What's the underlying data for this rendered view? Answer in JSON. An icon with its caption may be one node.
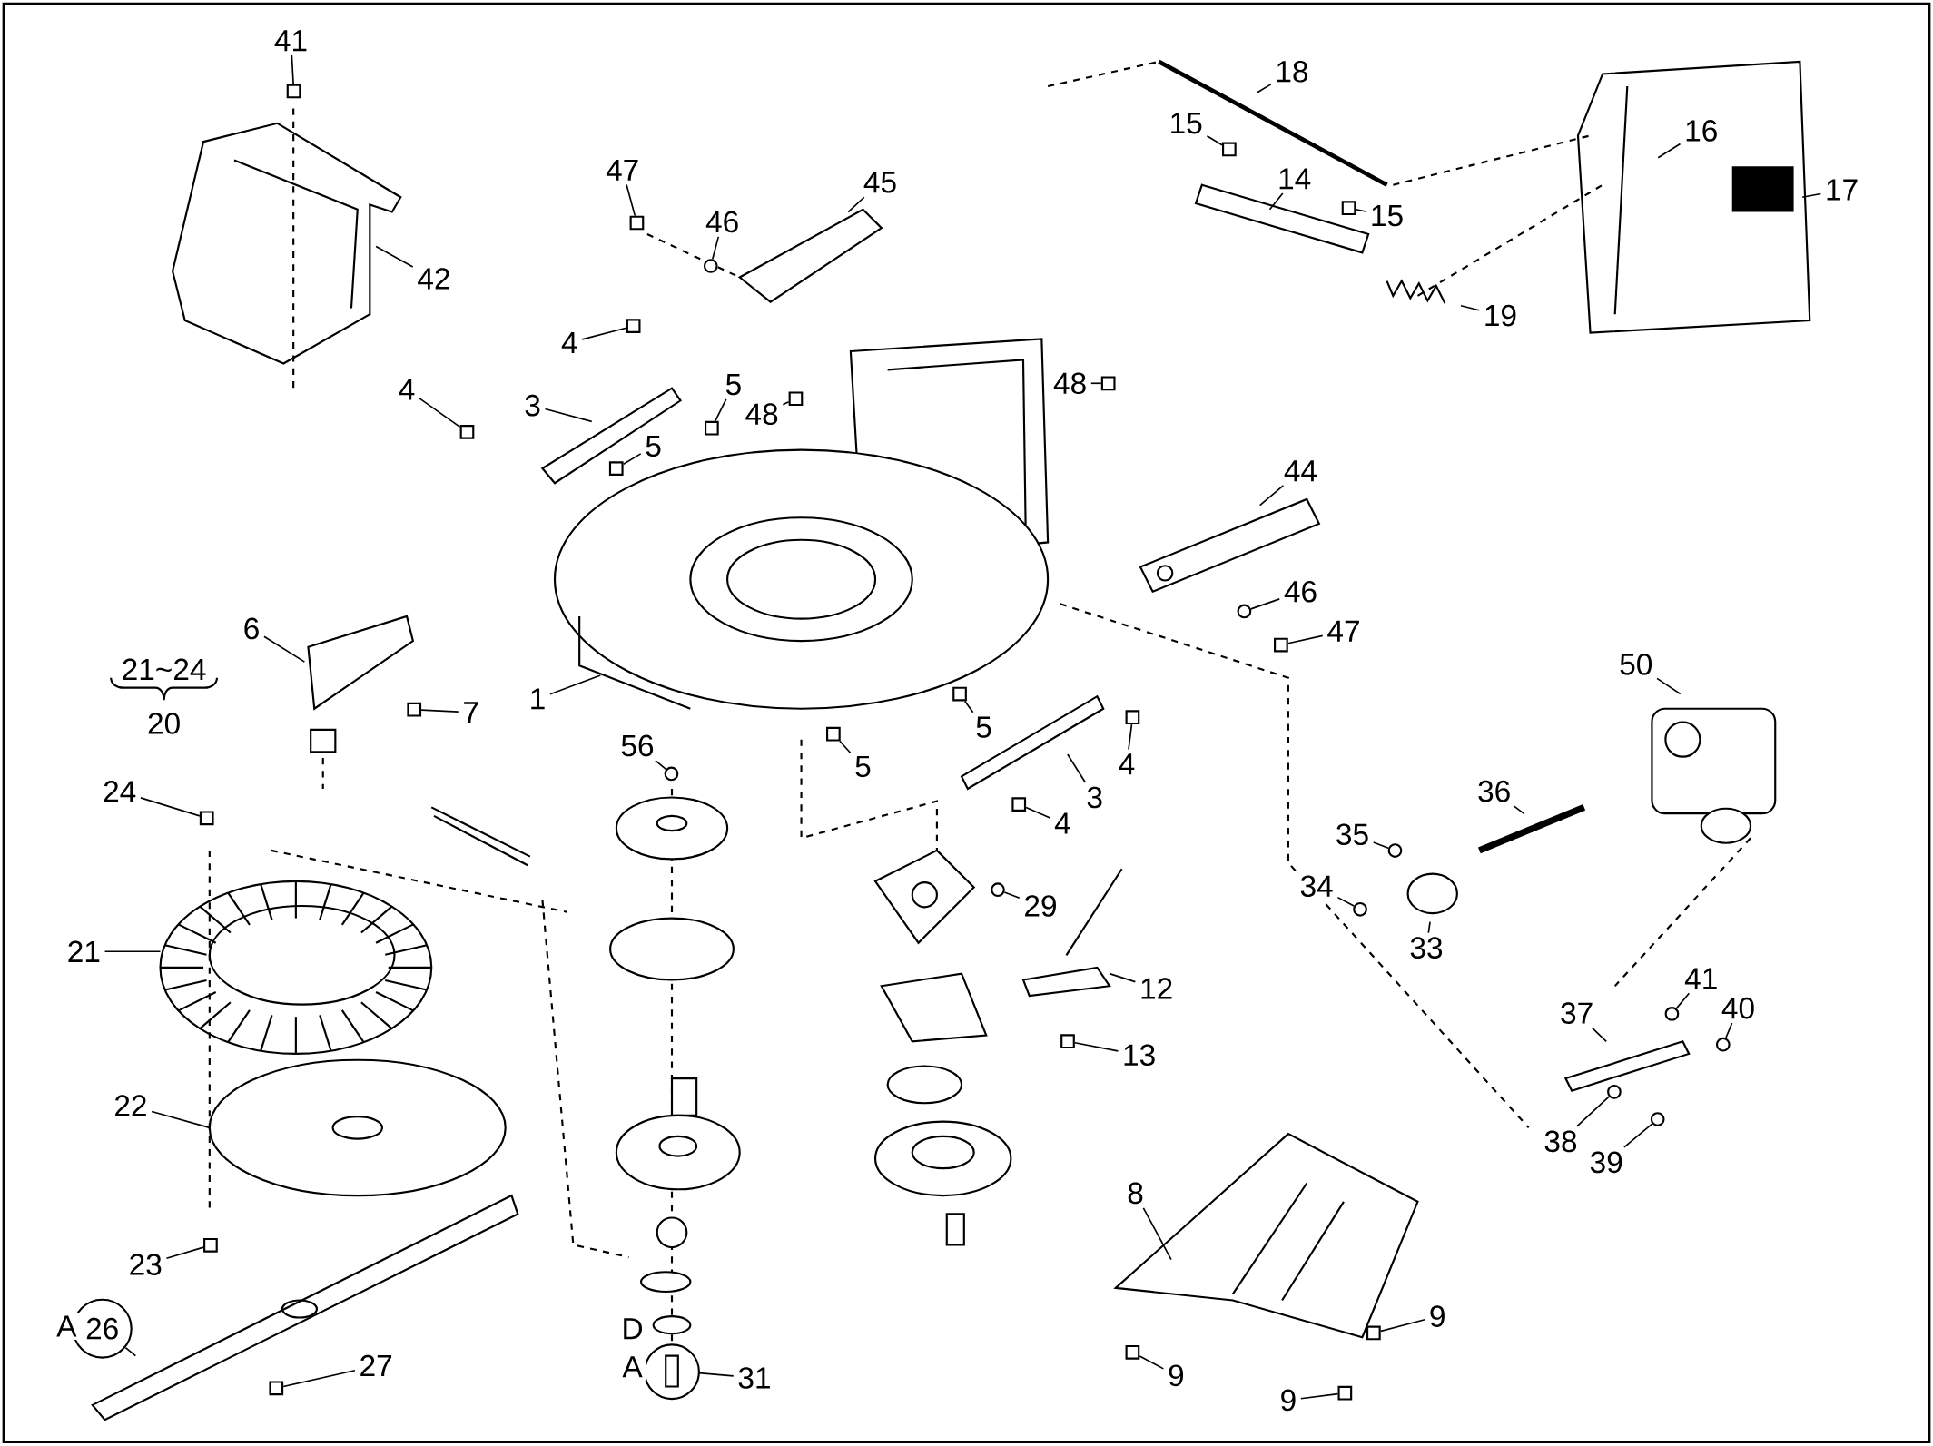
{
  "diagram": {
    "nodes": [
      {
        "text": [
          "41"
        ]
      },
      {
        "text": [
          "42"
        ]
      },
      {
        "text": [
          "47"
        ]
      },
      {
        "text": [
          "46"
        ]
      },
      {
        "text": [
          "45"
        ]
      },
      {
        "text": [
          "18"
        ]
      },
      {
        "text": [
          "15"
        ]
      },
      {
        "text": [
          "14"
        ]
      },
      {
        "text": [
          "15"
        ]
      },
      {
        "text": [
          "16"
        ]
      },
      {
        "text": [
          "17"
        ]
      },
      {
        "text": [
          "19"
        ]
      },
      {
        "text": [
          "4"
        ]
      },
      {
        "text": [
          "4"
        ]
      },
      {
        "text": [
          "3"
        ]
      },
      {
        "text": [
          "5"
        ]
      },
      {
        "text": [
          "48"
        ]
      },
      {
        "text": [
          "48"
        ]
      },
      {
        "text": [
          "5"
        ]
      },
      {
        "text": [
          "44"
        ]
      },
      {
        "text": [
          "46"
        ]
      },
      {
        "text": [
          "47"
        ]
      },
      {
        "text": [
          "6"
        ]
      },
      {
        "text": [
          "50"
        ]
      },
      {
        "text": [
          "1"
        ]
      },
      {
        "text": [
          "7"
        ]
      },
      {
        "text": [
          "5"
        ]
      },
      {
        "text": [
          "56"
        ]
      },
      {
        "text": [
          "4"
        ]
      },
      {
        "text": [
          "5"
        ]
      },
      {
        "text": [
          "36"
        ]
      },
      {
        "text": [
          "24"
        ]
      },
      {
        "text": [
          "3"
        ]
      },
      {
        "text": [
          "4"
        ]
      },
      {
        "text": [
          "35"
        ]
      },
      {
        "text": [
          "34"
        ]
      },
      {
        "text": [
          "29"
        ]
      },
      {
        "text": [
          "33"
        ]
      },
      {
        "text": [
          "21"
        ]
      },
      {
        "text": [
          "41"
        ]
      },
      {
        "text": [
          "12"
        ]
      },
      {
        "text": [
          "40"
        ]
      },
      {
        "text": [
          "37"
        ]
      },
      {
        "text": [
          "13"
        ]
      },
      {
        "text": [
          "22"
        ]
      },
      {
        "text": [
          "38"
        ]
      },
      {
        "text": [
          "39"
        ]
      },
      {
        "text": [
          "8"
        ]
      },
      {
        "text": [
          "23"
        ]
      },
      {
        "text": [
          "9"
        ]
      },
      {
        "text": [
          "26"
        ]
      },
      {
        "text": [
          "27"
        ]
      },
      {
        "text": [
          "31"
        ]
      },
      {
        "text": [
          "9"
        ]
      },
      {
        "text": [
          "9"
        ]
      },
      {
        "text": [],
        "shape": "box"
      },
      {
        "text": [],
        "shape": "box"
      },
      {
        "text": [],
        "shape": "circle"
      },
      {
        "text": [],
        "shape": "box"
      },
      {
        "text": [],
        "shape": "box"
      },
      {
        "text": [],
        "shape": "box"
      },
      {
        "text": [],
        "shape": "box"
      },
      {
        "text": [],
        "shape": "box"
      },
      {
        "text": [],
        "shape": "box"
      },
      {
        "text": [],
        "shape": "box"
      },
      {
        "text": [],
        "shape": "box"
      },
      {
        "text": [],
        "shape": "circle"
      },
      {
        "text": [],
        "shape": "box"
      },
      {
        "text": [],
        "shape": "box"
      },
      {
        "text": [],
        "shape": "box"
      },
      {
        "text": [],
        "shape": "circle"
      },
      {
        "text": [],
        "shape": "box"
      },
      {
        "text": [],
        "shape": "box"
      },
      {
        "text": [],
        "shape": "box"
      },
      {
        "text": [],
        "shape": "box"
      },
      {
        "text": [],
        "shape": "circle"
      },
      {
        "text": [],
        "shape": "circle"
      },
      {
        "text": [],
        "shape": "circle"
      },
      {
        "text": [],
        "shape": "circle"
      },
      {
        "text": [],
        "shape": "circle"
      },
      {
        "text": [],
        "shape": "box"
      },
      {
        "text": [],
        "shape": "circle"
      },
      {
        "text": [],
        "shape": "circle"
      },
      {
        "text": [],
        "shape": "box"
      },
      {
        "text": [],
        "shape": "box"
      },
      {
        "text": [],
        "shape": "box"
      },
      {
        "text": [],
        "shape": "box"
      },
      {
        "text": [],
        "shape": "box"
      }
    ],
    "edges": [
      {
        "from": 0,
        "to": 55,
        "arrow": "none"
      },
      {
        "from": 1,
        "to": null,
        "arrow": "none"
      },
      {
        "from": 2,
        "to": 56,
        "arrow": "none"
      },
      {
        "from": 3,
        "to": 57,
        "arrow": "none"
      },
      {
        "from": 4,
        "to": null,
        "arrow": "none"
      },
      {
        "from": 5,
        "to": null,
        "arrow": "none"
      },
      {
        "from": 6,
        "to": 58,
        "arrow": "none"
      },
      {
        "from": 7,
        "to": null,
        "arrow": "none"
      },
      {
        "from": 8,
        "to": 59,
        "arrow": "none"
      },
      {
        "from": 9,
        "to": null,
        "arrow": "none"
      },
      {
        "from": 10,
        "to": null,
        "arrow": "none"
      },
      {
        "from": 11,
        "to": null,
        "arrow": "none"
      },
      {
        "from": 12,
        "to": 60,
        "arrow": "none"
      },
      {
        "from": 13,
        "to": 61,
        "arrow": "none"
      },
      {
        "from": 14,
        "to": null,
        "arrow": "none"
      },
      {
        "from": 15,
        "to": 62,
        "arrow": "none"
      },
      {
        "from": 16,
        "to": 63,
        "arrow": "none"
      },
      {
        "from": 17,
        "to": 64,
        "arrow": "none"
      },
      {
        "from": 18,
        "to": 65,
        "arrow": "none"
      },
      {
        "from": 19,
        "to": null,
        "arrow": "none"
      },
      {
        "from": 20,
        "to": 66,
        "arrow": "none"
      },
      {
        "from": 21,
        "to": 67,
        "arrow": "none"
      },
      {
        "from": 22,
        "to": null,
        "arrow": "none"
      },
      {
        "from": 23,
        "to": null,
        "arrow": "none"
      },
      {
        "from": 24,
        "to": null,
        "arrow": "none"
      },
      {
        "from": 25,
        "to": 68,
        "arrow": "none"
      },
      {
        "from": 26,
        "to": 69,
        "arrow": "none"
      },
      {
        "from": 27,
        "to": 70,
        "arrow": "none"
      },
      {
        "from": 28,
        "to": 71,
        "arrow": "none"
      },
      {
        "from": 29,
        "to": 72,
        "arrow": "none"
      },
      {
        "from": 30,
        "to": null,
        "arrow": "none"
      },
      {
        "from": 31,
        "to": 73,
        "arrow": "none"
      },
      {
        "from": 32,
        "to": null,
        "arrow": "none"
      },
      {
        "from": 33,
        "to": 74,
        "arrow": "none"
      },
      {
        "from": 34,
        "to": 75,
        "arrow": "none"
      },
      {
        "from": 35,
        "to": 76,
        "arrow": "none"
      },
      {
        "from": 36,
        "to": 77,
        "arrow": "none"
      },
      {
        "from": 37,
        "to": null,
        "arrow": "none"
      },
      {
        "from": 38,
        "to": null,
        "arrow": "none"
      },
      {
        "from": 39,
        "to": 78,
        "arrow": "none"
      },
      {
        "from": 40,
        "to": null,
        "arrow": "none"
      },
      {
        "from": 41,
        "to": 79,
        "arrow": "none"
      },
      {
        "from": 42,
        "to": null,
        "arrow": "none"
      },
      {
        "from": 43,
        "to": 80,
        "arrow": "none"
      },
      {
        "from": 44,
        "to": null,
        "arrow": "none"
      },
      {
        "from": 45,
        "to": 81,
        "arrow": "none"
      },
      {
        "from": 46,
        "to": 82,
        "arrow": "none"
      },
      {
        "from": 47,
        "to": null,
        "arrow": "none"
      },
      {
        "from": 48,
        "to": 83,
        "arrow": "none"
      },
      {
        "from": 49,
        "to": 84,
        "arrow": "none"
      },
      {
        "from": 50,
        "to": null,
        "arrow": "none"
      },
      {
        "from": 51,
        "to": 85,
        "arrow": "none"
      },
      {
        "from": 52,
        "to": null,
        "arrow": "none"
      },
      {
        "from": 53,
        "to": 86,
        "arrow": "none"
      },
      {
        "from": 54,
        "to": 87,
        "arrow": "none"
      }
    ],
    "labels": [
      "21~24",
      "20",
      "A",
      "D",
      "A"
    ]
  }
}
